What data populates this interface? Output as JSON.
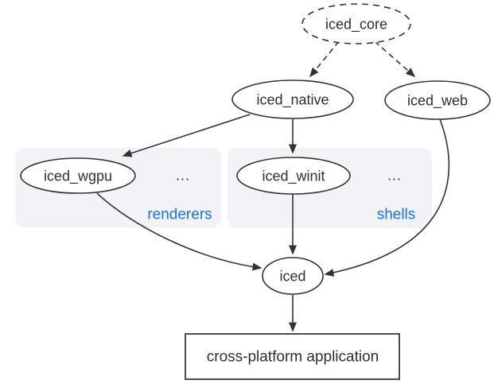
{
  "diagram": {
    "nodes": {
      "iced_core": {
        "label": "iced_core",
        "shape": "ellipse",
        "style": "dashed"
      },
      "iced_native": {
        "label": "iced_native",
        "shape": "ellipse",
        "style": "solid"
      },
      "iced_web": {
        "label": "iced_web",
        "shape": "ellipse",
        "style": "solid"
      },
      "iced_wgpu": {
        "label": "iced_wgpu",
        "shape": "ellipse",
        "style": "solid"
      },
      "iced_winit": {
        "label": "iced_winit",
        "shape": "ellipse",
        "style": "solid"
      },
      "iced": {
        "label": "iced",
        "shape": "ellipse",
        "style": "solid"
      },
      "application": {
        "label": "cross-platform application",
        "shape": "rect",
        "style": "solid"
      }
    },
    "groups": {
      "renderers": {
        "label": "renderers",
        "ellipsis": "...",
        "members": [
          "iced_wgpu"
        ]
      },
      "shells": {
        "label": "shells",
        "ellipsis": "...",
        "members": [
          "iced_winit"
        ]
      }
    },
    "edges": [
      {
        "from": "iced_core",
        "to": "iced_native",
        "style": "dashed"
      },
      {
        "from": "iced_core",
        "to": "iced_web",
        "style": "dashed"
      },
      {
        "from": "iced_native",
        "to": "iced_wgpu",
        "style": "solid"
      },
      {
        "from": "iced_native",
        "to": "iced_winit",
        "style": "solid"
      },
      {
        "from": "iced_wgpu",
        "to": "iced",
        "style": "solid"
      },
      {
        "from": "iced_winit",
        "to": "iced",
        "style": "solid"
      },
      {
        "from": "iced_web",
        "to": "iced",
        "style": "solid"
      },
      {
        "from": "iced",
        "to": "application",
        "style": "solid"
      }
    ],
    "colors": {
      "node_stroke": "#333333",
      "edge_stroke": "#333333",
      "node_text": "#2f2f2f",
      "group_fill": "#f1f3f6",
      "group_label": "#1a73e8",
      "rect_stroke": "#4d4d4d",
      "background": "#ffffff"
    }
  }
}
